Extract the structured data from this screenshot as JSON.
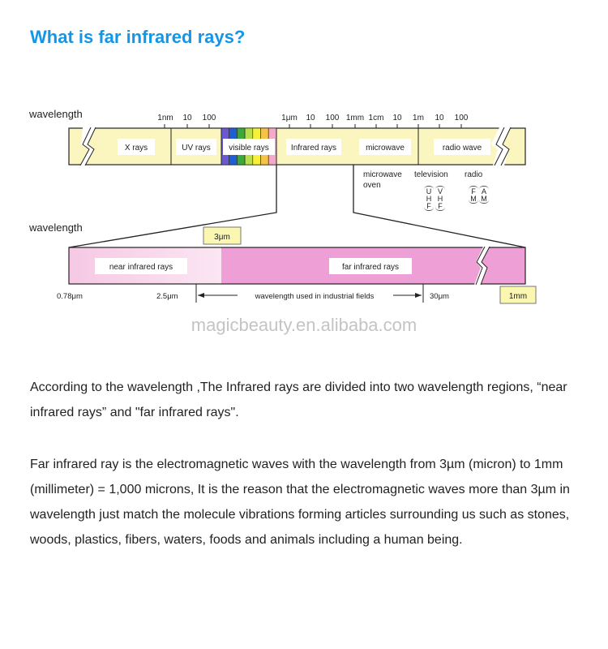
{
  "title": "What is far infrared rays?",
  "diagram": {
    "wavelength_label": "wavelength",
    "top_ticks": [
      "1nm",
      "10",
      "100",
      "1μm",
      "10",
      "100",
      "1mm",
      "1cm",
      "10",
      "1m",
      "10",
      "100"
    ],
    "bands": [
      "X rays",
      "UV rays",
      "visible rays",
      "Infrared rays",
      "microwave",
      "radio wave"
    ],
    "visible_colors": [
      "#6a5acd",
      "#1f5fd0",
      "#3aa83a",
      "#b8e04a",
      "#f5f03a",
      "#f5c24a",
      "#f3aac8"
    ],
    "applications": {
      "oven_line1": "microwave",
      "oven_line2": "oven",
      "television": "television",
      "radio": "radio",
      "uhf": "UHF",
      "vhf": "VHF",
      "fm": "FM",
      "am": "AM"
    },
    "wavelength_label_2": "wavelength",
    "boundary": "3μm",
    "near": "near infrared rays",
    "far": "far infrared rays",
    "near_color": "#f8d8ec",
    "far_color": "#ee9fd6",
    "bottom": {
      "start": "0.78μm",
      "low": "2.5μm",
      "industrial": "wavelength used in industrial fields",
      "high": "30μm",
      "end": "1mm"
    },
    "watermark": "magicbeauty.en.alibaba.com"
  },
  "paragraphs": [
    "According to the wavelength ,The Infrared rays are divided into two wavelength regions, “near infrared rays” and \"far infrared rays\".",
    "Far infrared ray is the electromagnetic waves with the wavelength from 3µm (micron) to 1mm (millimeter) = 1,000 microns, It is the reason that the electromagnetic waves more than 3µm in wavelength just match the molecule vibrations forming articles surrounding us such as stones, woods, plastics, fibers, waters, foods and animals including a human being."
  ]
}
